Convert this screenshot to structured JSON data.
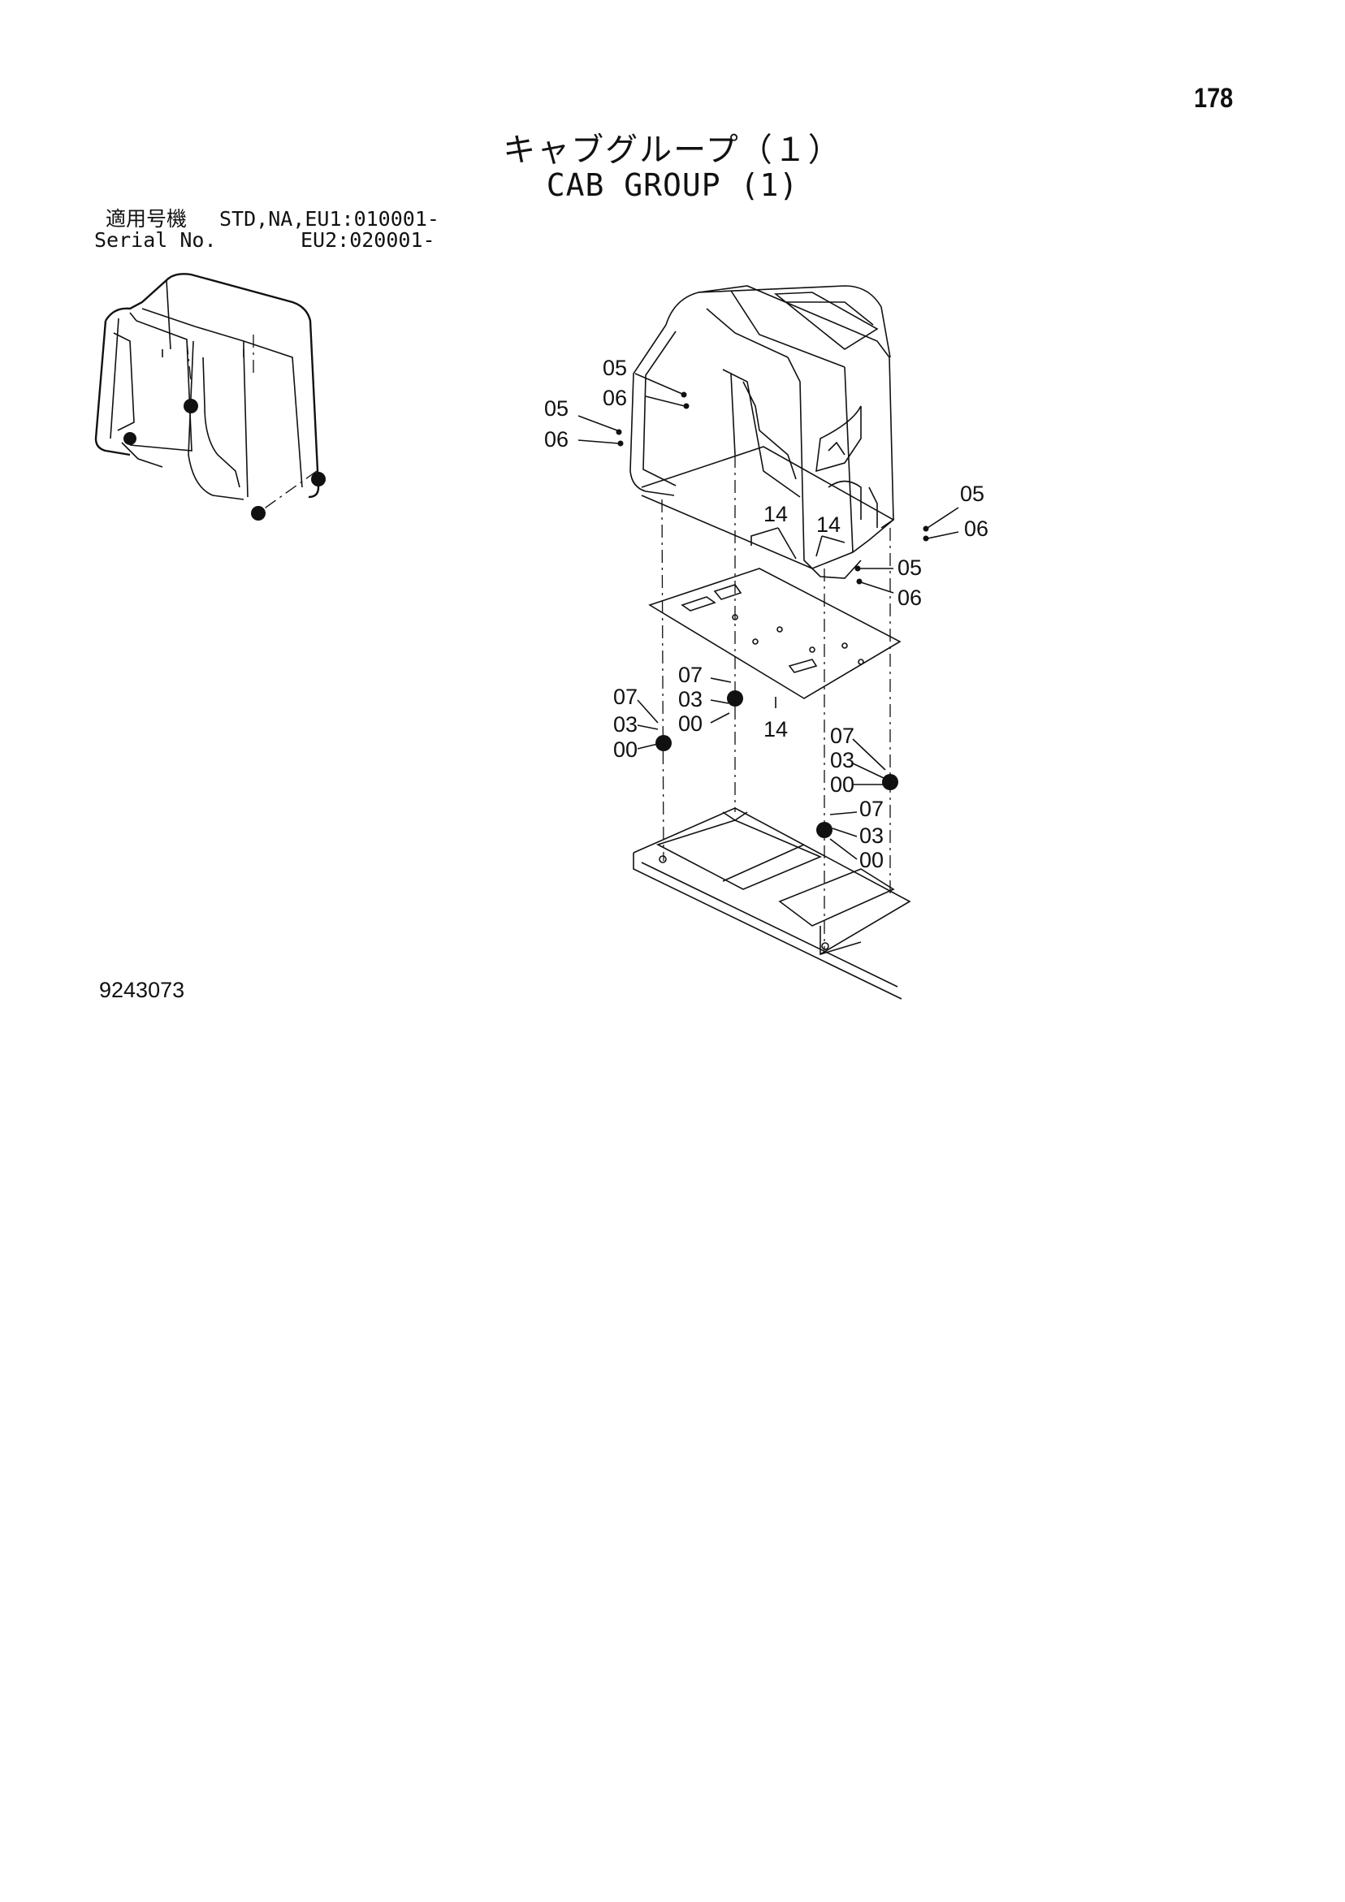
{
  "page_number": "178",
  "title_jp": "キャブグループ（１）",
  "title_en": "CAB GROUP (1)",
  "serial": {
    "label_jp": "適用号機",
    "label_en": "Serial No.",
    "range_1": "STD,NA,EU1:010001-",
    "range_2": "EU2:020001-"
  },
  "drawing_number": "9243073",
  "callouts": [
    "05",
    "06",
    "05",
    "06",
    "05",
    "06",
    "05",
    "06",
    "14",
    "14",
    "14",
    "07",
    "03",
    "00",
    "07",
    "03",
    "00",
    "07",
    "03",
    "00",
    "07",
    "03",
    "00"
  ]
}
